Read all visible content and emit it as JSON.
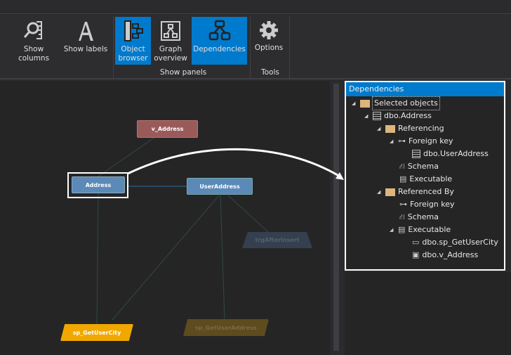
{
  "ribbon": {
    "buttons": [
      {
        "label": "Show columns",
        "icon": "search-columns-icon"
      },
      {
        "label": "Show labels",
        "icon": "letter-a-icon"
      },
      {
        "label": "Object browser",
        "line1": "Object",
        "line2": "browser",
        "icon": "object-browser-icon",
        "active": true
      },
      {
        "label": "Graph overview",
        "line1": "Graph",
        "line2": "overview",
        "icon": "graph-overview-icon",
        "active": false
      },
      {
        "label": "Dependencies",
        "icon": "dependencies-icon",
        "active": true
      },
      {
        "label": "Options",
        "icon": "gear-icon"
      }
    ],
    "groups": {
      "show_panels": "Show panels",
      "tools": "Tools"
    },
    "accent": "#007acc"
  },
  "graph": {
    "nodes": {
      "v_address": "v_Address",
      "address": "Address",
      "user_address": "UserAddress",
      "trg_after_insert": "trgAfterInsert",
      "sp_get_user_city": "sp_GetUserCity",
      "sp_get_user_address": "sp_GetUserAddress"
    }
  },
  "dependencies": {
    "title": "Dependencies",
    "selected_objects": "Selected objects",
    "root": "dbo.Address",
    "referencing": "Referencing",
    "ref_foreign_key": "Foreign key",
    "ref_user_address": "dbo.UserAddress",
    "ref_schema": "Schema",
    "ref_executable": "Executable",
    "referenced_by": "Referenced By",
    "by_foreign_key": "Foreign key",
    "by_schema": "Schema",
    "by_executable": "Executable",
    "by_sp": "dbo.sp_GetUserCity",
    "by_view": "dbo.v_Address"
  }
}
